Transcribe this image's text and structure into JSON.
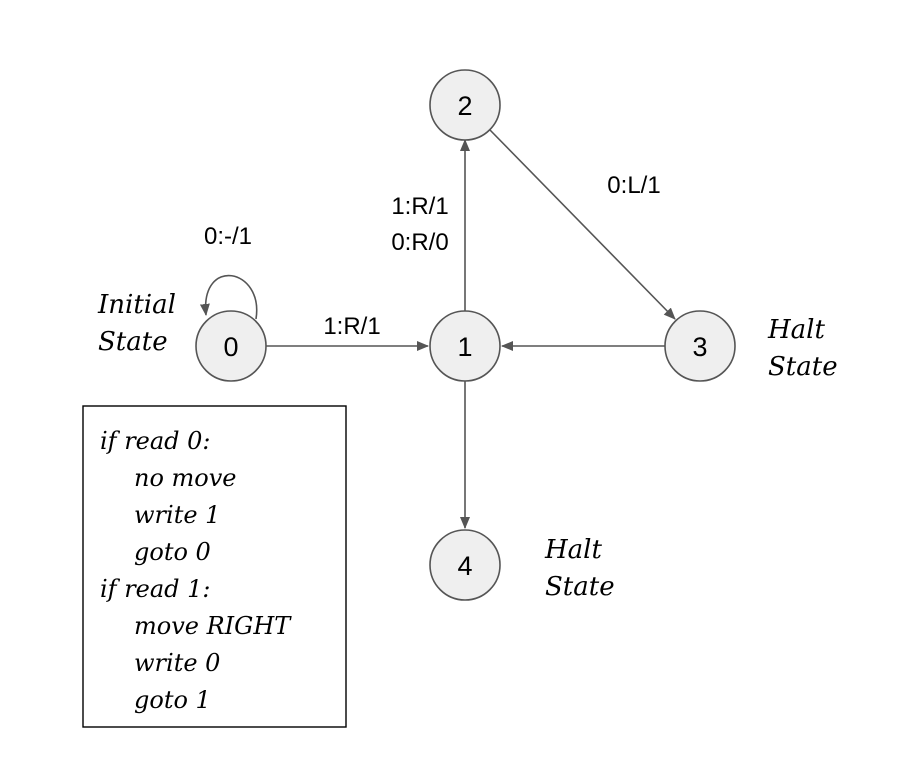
{
  "states": [
    {
      "id": "0",
      "label": "0"
    },
    {
      "id": "1",
      "label": "1"
    },
    {
      "id": "2",
      "label": "2"
    },
    {
      "id": "3",
      "label": "3"
    },
    {
      "id": "4",
      "label": "4"
    }
  ],
  "transitions": {
    "self_0": "0:-/1",
    "t_0_1": "1:R/1",
    "t_1_2_a": "1:R/1",
    "t_1_2_b": "0:R/0",
    "t_2_3": "0:L/1"
  },
  "notes": {
    "initial_line1": "Initial",
    "initial_line2": "State",
    "halt3_line1": "Halt",
    "halt3_line2": "State",
    "halt4_line1": "Halt",
    "halt4_line2": "State"
  },
  "rule_box": {
    "lines": [
      "if read 0:",
      "no move",
      "write 1",
      "goto 0",
      "if read 1:",
      "move RIGHT",
      "write 0",
      "goto 1"
    ]
  },
  "colors": {
    "node_fill": "#efefef",
    "node_stroke": "#555555",
    "edge_stroke": "#555555"
  }
}
